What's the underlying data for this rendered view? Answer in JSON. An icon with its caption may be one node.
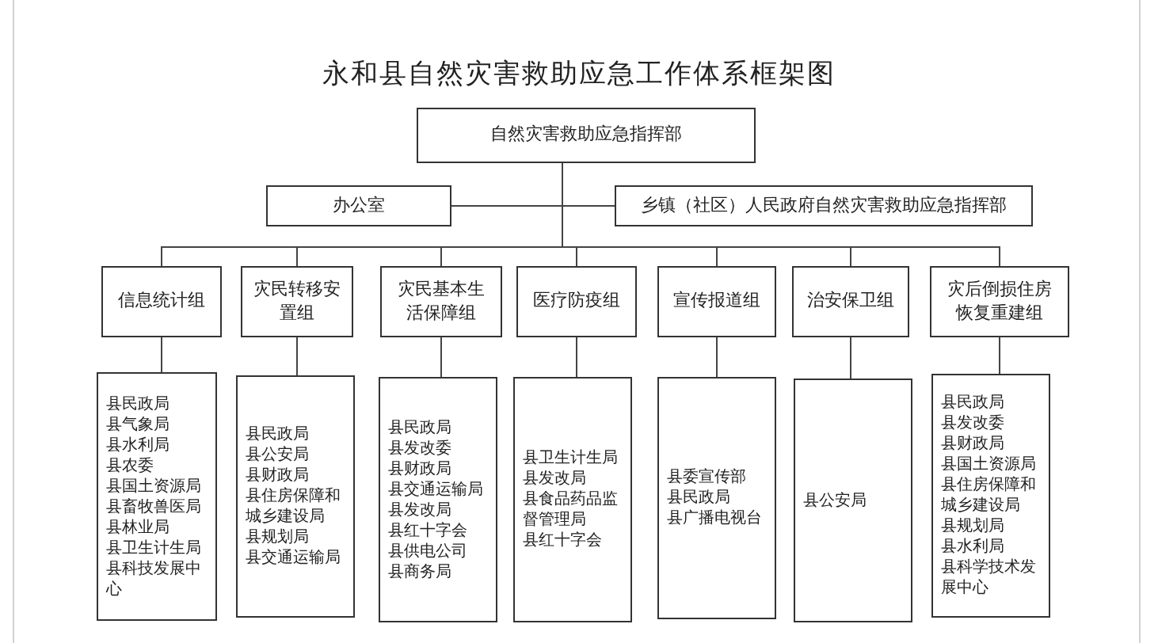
{
  "diagram": {
    "title": "永和县自然灾害救助应急工作体系框架图",
    "nodes": [
      {
        "text": [
          "自然灾害救助应急指挥部"
        ]
      },
      {
        "text": [
          "办公室"
        ]
      },
      {
        "text": [
          "乡镇（社区）人民政府自然灾害救助应急指挥部"
        ]
      },
      {
        "text": [
          "信息统计组"
        ]
      },
      {
        "text": [
          "灾民转移安置组"
        ]
      },
      {
        "text": [
          "灾民基本生活保障组"
        ]
      },
      {
        "text": [
          "医疗防疫组"
        ]
      },
      {
        "text": [
          "宣传报道组"
        ]
      },
      {
        "text": [
          "治安保卫组"
        ]
      },
      {
        "text": [
          "灾后倒损住房恢复重建组"
        ]
      },
      {
        "text": [
          "县民政局",
          "县气象局",
          "县水利局",
          "县农委",
          "县国土资源局",
          "县畜牧兽医局",
          "县林业局",
          "县卫生计生局",
          "县科技发展中心"
        ]
      },
      {
        "text": [
          "县民政局",
          "县公安局",
          "县财政局",
          "县住房保障和城乡建设局",
          "县规划局",
          "县交通运输局"
        ]
      },
      {
        "text": [
          "县民政局",
          "县发改委",
          "县财政局",
          "县交通运输局",
          "县发改局",
          "县红十字会",
          "县供电公司",
          "县商务局"
        ]
      },
      {
        "text": [
          "县卫生计生局",
          "县发改局",
          "县食品药品监督管理局",
          "县红十字会"
        ]
      },
      {
        "text": [
          "县委宣传部",
          "县民政局",
          "县广播电视台"
        ]
      },
      {
        "text": [
          "县公安局"
        ]
      },
      {
        "text": [
          "县民政局",
          "县发改委",
          "县财政局",
          "县国土资源局",
          "县住房保障和城乡建设局",
          "县规划局",
          "县水利局",
          "县科学技术发展中心"
        ]
      }
    ],
    "edges": [
      {
        "from": 0,
        "to": 1,
        "arrow": "none"
      },
      {
        "from": 0,
        "to": 2,
        "arrow": "none"
      },
      {
        "from": 0,
        "to": 3,
        "arrow": "none"
      },
      {
        "from": 0,
        "to": 4,
        "arrow": "none"
      },
      {
        "from": 0,
        "to": 5,
        "arrow": "none"
      },
      {
        "from": 0,
        "to": 6,
        "arrow": "none"
      },
      {
        "from": 0,
        "to": 7,
        "arrow": "none"
      },
      {
        "from": 0,
        "to": 8,
        "arrow": "none"
      },
      {
        "from": 0,
        "to": 9,
        "arrow": "none"
      },
      {
        "from": 3,
        "to": 10,
        "arrow": "none"
      },
      {
        "from": 4,
        "to": 11,
        "arrow": "none"
      },
      {
        "from": 5,
        "to": 12,
        "arrow": "none"
      },
      {
        "from": 6,
        "to": 13,
        "arrow": "none"
      },
      {
        "from": 7,
        "to": 14,
        "arrow": "none"
      },
      {
        "from": 8,
        "to": 15,
        "arrow": "none"
      },
      {
        "from": 9,
        "to": 16,
        "arrow": "none"
      }
    ]
  }
}
